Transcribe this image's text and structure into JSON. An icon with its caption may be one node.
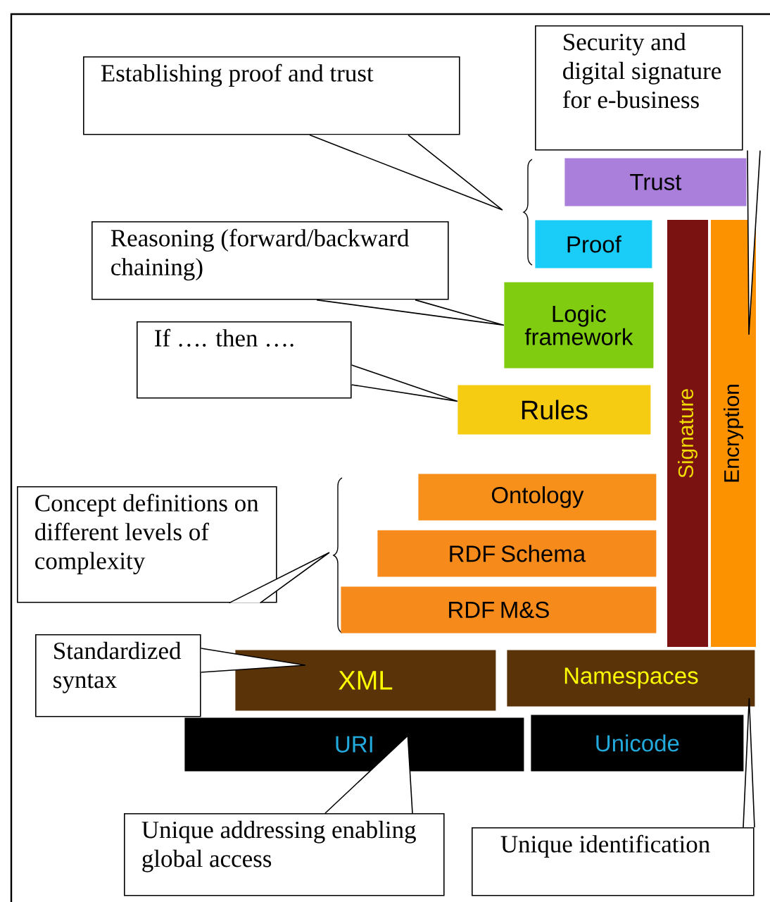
{
  "diagram": {
    "nodes": [
      {
        "text": [
          "Security and digital signature for e-business"
        ]
      },
      {
        "text": [
          "Establishing proof and trust"
        ]
      },
      {
        "text": [
          "Trust"
        ]
      },
      {
        "text": [
          "Proof"
        ]
      },
      {
        "text": [
          "Reasoning (forward/backward chaining)"
        ]
      },
      {
        "text": [
          "Logic framework"
        ]
      },
      {
        "text": [
          "If …. then …."
        ]
      },
      {
        "text": [
          "Rules"
        ]
      },
      {
        "text": [
          "Signature"
        ]
      },
      {
        "text": [
          "Encryption"
        ]
      },
      {
        "text": [
          "Concept definitions on different levels of complexity"
        ]
      },
      {
        "text": [
          "Ontology"
        ]
      },
      {
        "text": [
          "RDF Schema"
        ]
      },
      {
        "text": [
          "RDF M&S"
        ]
      },
      {
        "text": [
          "Standardized syntax"
        ]
      },
      {
        "text": [
          "XML"
        ]
      },
      {
        "text": [
          "Namespaces"
        ]
      },
      {
        "text": [
          "URI"
        ]
      },
      {
        "text": [
          "Unicode"
        ]
      },
      {
        "text": [
          "Unique addressing enabling global access"
        ]
      },
      {
        "text": [
          "Unique identification"
        ]
      }
    ],
    "edges": [
      {
        "from": 0,
        "to": 9,
        "arrow": "none"
      },
      {
        "from": 1,
        "to": null,
        "arrow": "none"
      },
      {
        "from": 4,
        "to": 5,
        "arrow": "none"
      },
      {
        "from": 6,
        "to": 7,
        "arrow": "none"
      },
      {
        "from": 10,
        "to": null,
        "arrow": "none"
      },
      {
        "from": 14,
        "to": 15,
        "arrow": "none"
      },
      {
        "from": 19,
        "to": 17,
        "arrow": "none"
      },
      {
        "from": 20,
        "to": 16,
        "arrow": "none"
      }
    ]
  }
}
